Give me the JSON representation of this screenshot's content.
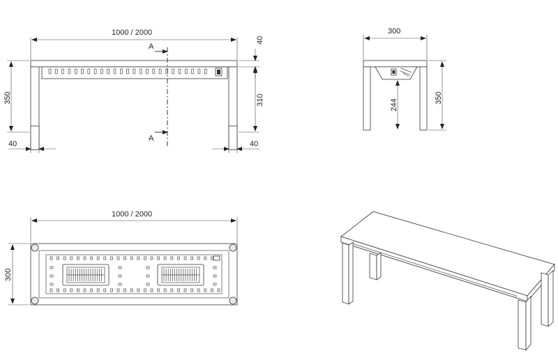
{
  "labels": {
    "front_width": "1000 / 2000",
    "front_top_thickness": "40",
    "front_height": "350",
    "front_inner_height": "310",
    "front_leg_left": "40",
    "front_leg_right": "40",
    "section_mark_top": "A",
    "section_mark_bottom": "A",
    "side_depth": "300",
    "side_inner_height": "244",
    "side_height": "350",
    "plan_width": "1000 / 2000",
    "plan_depth": "300"
  }
}
